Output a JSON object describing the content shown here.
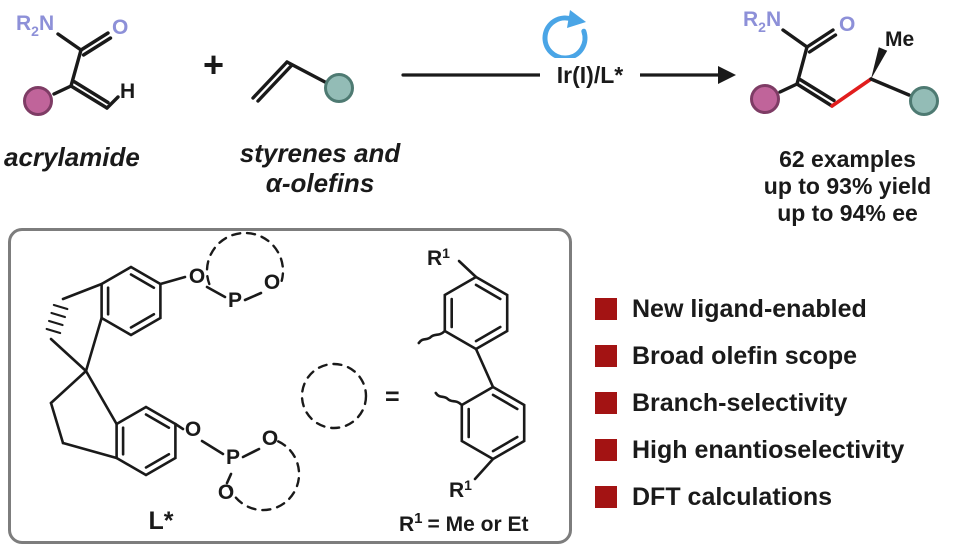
{
  "colors": {
    "ink": "#1a1a1a",
    "purple": "#8d90d8",
    "magenta-fill": "#c0649a",
    "magenta-stroke": "#7e3c65",
    "teal-fill": "#93bcb6",
    "teal-stroke": "#4e7a72",
    "blue-arrow": "#4aa5e6",
    "maroon": "#a31313",
    "red-bond": "#e11d1d",
    "box-border": "#7d7d7d"
  },
  "scheme": {
    "amide": {
      "r": "R",
      "sub": "2",
      "n": "N",
      "o": "O"
    },
    "h": "H",
    "plus": "+",
    "catalyst": "Ir(I)/L*",
    "me": "Me",
    "caption_acrylamide": "acrylamide",
    "caption_olefins_1": "styrenes and",
    "caption_olefins_2": "α-olefins",
    "results": [
      "62 examples",
      "up to 93% yield",
      "up to 94% ee"
    ]
  },
  "ligand": {
    "o": "O",
    "p": "P",
    "equals": "=",
    "r": "R",
    "r_sup": "1",
    "l_star": "L*",
    "r_def_rest": "= Me or Et"
  },
  "features": [
    "New ligand-enabled",
    "Broad olefin scope",
    "Branch-selectivity",
    "High enantioselectivity",
    "DFT calculations"
  ]
}
